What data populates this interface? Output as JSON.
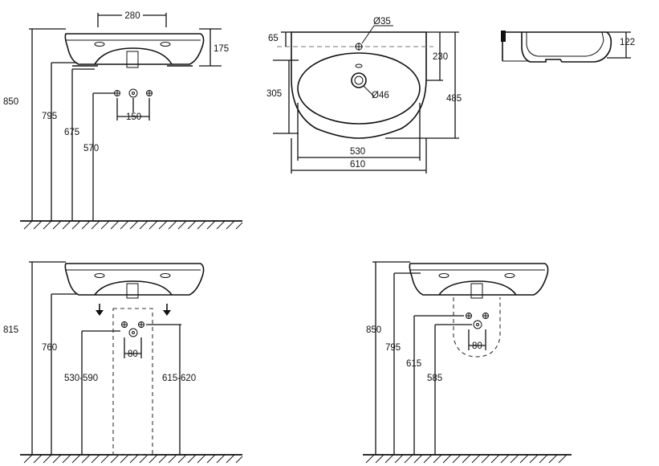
{
  "views": {
    "wall_hung": {
      "dims": {
        "holes": "280",
        "basin_height": "175",
        "rim": "850",
        "top": "795",
        "waste": "675",
        "supply": "570",
        "supply_spacing": "150"
      }
    },
    "plan": {
      "dims": {
        "tap_hole": "Ø35",
        "back": "65",
        "tap_depth": "230",
        "bowl_depth": "305",
        "overall_depth": "485",
        "bowl_width": "530",
        "overall_width": "610",
        "waste_hole": "Ø46"
      }
    },
    "section": {
      "dims": {
        "depth": "122"
      }
    },
    "pedestal": {
      "dims": {
        "rim": "815",
        "top": "760",
        "supply_spacing": "80",
        "waste": "530-590",
        "supply": "615-620"
      }
    },
    "semi_pedestal": {
      "dims": {
        "rim": "850",
        "top": "795",
        "supply_spacing": "80",
        "supply": "615",
        "waste": "585"
      }
    }
  }
}
